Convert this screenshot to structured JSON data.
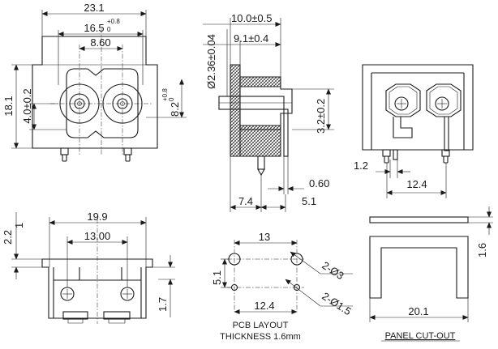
{
  "front_view": {
    "width": "23.1",
    "hole_span": "16.5",
    "hole_span_tol_upper": "+0.8",
    "hole_span_tol_lower": "0",
    "center_span": "8.60",
    "height": "18.1",
    "center_offset": "4.0±0.2",
    "pin_offset": "8.2",
    "pin_offset_tol_upper": "+0.8",
    "pin_offset_tol_lower": "0"
  },
  "side_view": {
    "pin_diameter": "Ø2.36±0.04",
    "depth_total": "10.0±0.5",
    "depth_pin": "9.1±0.4",
    "pin_height": "3.2±0.2",
    "lead_thickness": "0.60",
    "body_depth": "7.4",
    "lead_offset": "5.1"
  },
  "rear_view": {
    "lead_gap": "1.2",
    "lead_span": "12.4"
  },
  "bottom_view": {
    "top_offset": "2.2",
    "top_offset_tol": "1",
    "flange_width": "19.9",
    "inner_width": "13.00",
    "tab_height": "1.7"
  },
  "pcb_layout": {
    "hole_span": "13",
    "row_offset": "5.1",
    "lead_span": "12.4",
    "large_holes": "2-Ø3",
    "small_holes": "2-Ø1.5",
    "title": "PCB LAYOUT",
    "thickness": "THICKNESS 1.6mm"
  },
  "panel_cutout": {
    "wall_thickness": "1.6",
    "cutout_width": "20.1",
    "title": "PANEL CUT-OUT"
  }
}
